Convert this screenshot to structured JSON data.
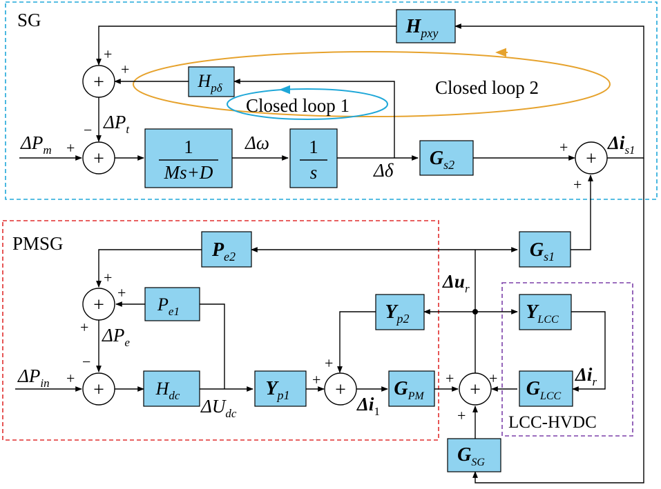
{
  "regions": {
    "sg": "SG",
    "pmsg": "PMSG",
    "lcc": "LCC-HVDC"
  },
  "loops": {
    "loop1": "Closed loop 1",
    "loop2": "Closed loop 2"
  },
  "blocks": {
    "hpxy": {
      "main": "H",
      "sub": "pxy"
    },
    "hpd": {
      "main": "H",
      "sub": "pδ"
    },
    "tf1": {
      "num": "1",
      "den": "Ms+D"
    },
    "integ": {
      "num": "1",
      "den": "s"
    },
    "gs2": {
      "main": "G",
      "sub": "s2"
    },
    "pe2": {
      "main": "P",
      "sub": "e2"
    },
    "gs1": {
      "main": "G",
      "sub": "s1"
    },
    "pe1": {
      "main": "P",
      "sub": "e1"
    },
    "yp2": {
      "main": "Y",
      "sub": "p2"
    },
    "ylcc": {
      "main": "Y",
      "sub": "LCC"
    },
    "hdc": {
      "main": "H",
      "sub": "dc"
    },
    "yp1": {
      "main": "Y",
      "sub": "p1"
    },
    "gpm": {
      "main": "G",
      "sub": "PM"
    },
    "glcc": {
      "main": "G",
      "sub": "LCC"
    },
    "gsg": {
      "main": "G",
      "sub": "SG"
    }
  },
  "signals": {
    "dPm": {
      "main": "ΔP",
      "sub": "m"
    },
    "dPt": {
      "main": "ΔP",
      "sub": "t"
    },
    "dw": {
      "main": "Δω"
    },
    "dd": {
      "main": "Δδ"
    },
    "dis1": {
      "main": "Δi",
      "sub": "s1"
    },
    "dPin": {
      "main": "ΔP",
      "sub": "in"
    },
    "dPe": {
      "main": "ΔP",
      "sub": "e"
    },
    "dUdc": {
      "main": "ΔU",
      "sub": "dc"
    },
    "di1": {
      "main": "Δi",
      "sub": "1"
    },
    "dur": {
      "main": "Δu",
      "sub": "r"
    },
    "dir": {
      "main": "Δi",
      "sub": "r"
    }
  },
  "signs": {
    "plus": "+",
    "minus": "−",
    "sum": "+"
  },
  "colors": {
    "block_fill": "#8fd3f0",
    "sg_border": "#1ea7d8",
    "pmsg_border": "#e02b2b",
    "lcc_border": "#7b3fa8",
    "loop1": "#1ea7d8",
    "loop2": "#e6a22c"
  }
}
